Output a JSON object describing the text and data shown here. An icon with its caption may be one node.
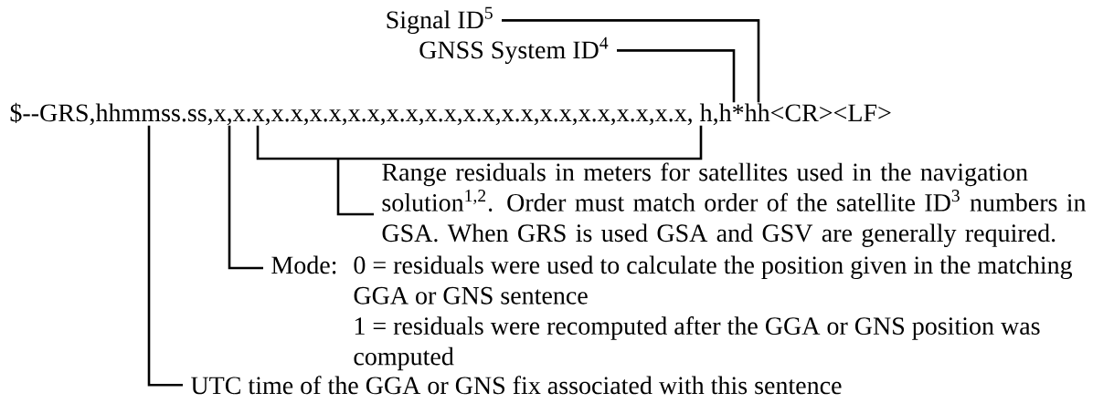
{
  "diagram": {
    "nodes": [
      {
        "text": [
          "$--GRS,hhmmss.ss,x,x.x,x.x,x.x,x.x,x.x,x.x,x.x,x.x,x.x,x.x,x.x,x.x, h,h*hh<CR><LF>"
        ]
      },
      {
        "text": [
          "Signal ID$^{5}$"
        ]
      },
      {
        "text": [
          "GNSS System ID$^{4}$"
        ]
      },
      {
        "text": [
          "Range residuals in meters for satellites used in the navigation solution$^{1,2}$. Order must match order of the satellite ID$^{3}$ numbers in GSA. When GRS is used GSA and GSV are generally required."
        ]
      },
      {
        "text": [
          "Mode:",
          "0 = residuals were used to calculate the position given in the matching GGA or GNS sentence",
          "1 = residuals were recomputed after the GGA or GNS position was computed"
        ]
      },
      {
        "text": [
          "UTC time of the GGA or GNS fix associated with this sentence"
        ]
      }
    ],
    "edges": [
      {
        "from": 1,
        "to": 0,
        "arrow": "none"
      },
      {
        "from": 2,
        "to": 0,
        "arrow": "none"
      },
      {
        "from": 3,
        "to": 0,
        "arrow": "none"
      },
      {
        "from": 4,
        "to": 0,
        "arrow": "none"
      },
      {
        "from": 5,
        "to": 0,
        "arrow": "none"
      }
    ]
  }
}
